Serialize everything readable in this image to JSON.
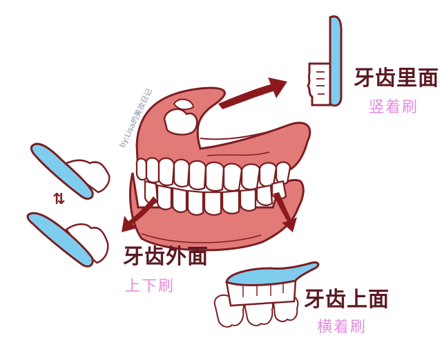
{
  "illustration": {
    "subject": "toothbrushing technique diagram",
    "watermark": "by:Lisa的美妆日记",
    "colors": {
      "outline": "#7a1e22",
      "gum": "#e27a78",
      "gum_shadow": "#c85a5a",
      "tooth": "#ffffff",
      "brush_handle": "#7fcdee",
      "arrow": "#8b1a1f",
      "label_main": "#5a1a22",
      "label_sub": "#e48ae0"
    }
  },
  "labels": {
    "inner": {
      "title": "牙齿里面",
      "method": "竖着刷"
    },
    "outer": {
      "title": "牙齿外面",
      "method": "上下刷"
    },
    "top": {
      "title": "牙齿上面",
      "method": "横着刷"
    }
  },
  "symbols": {
    "up_down_arrows": "⇅"
  }
}
